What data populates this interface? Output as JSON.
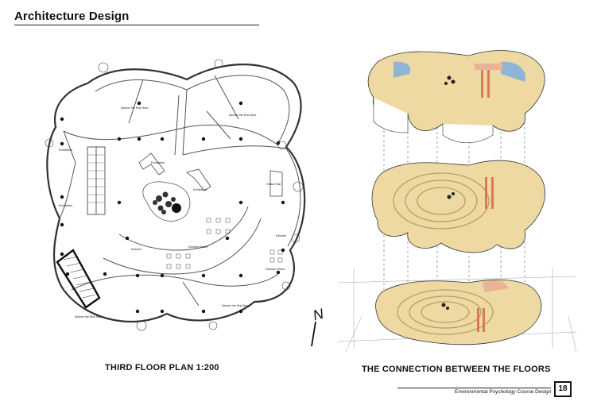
{
  "header": {
    "title": "Architecture Design"
  },
  "plan": {
    "caption": "THIRD FLOOR PLAN   1:200",
    "labels": {
      "above1": "Above the first floor",
      "above2": "Above the first floor",
      "above3": "Above the first floor",
      "above4": "Above the first floor",
      "exhibition1": "Exhibition",
      "exhibition2": "Exhibition",
      "exhibition3": "Exhibition",
      "exhibition4": "Exhibition",
      "snackbar": "Snack Bar",
      "kitchen1": "Kitchen",
      "kitchen2": "Kitchen",
      "dessert1": "Dessert Store",
      "dessert2": "Dessert Store"
    }
  },
  "connection": {
    "caption": "THE CONNECTION BETWEEN THE FLOORS"
  },
  "compass": {
    "letter": "N"
  },
  "footer": {
    "course": "Environmental Psychology Course Design",
    "page": "18"
  }
}
